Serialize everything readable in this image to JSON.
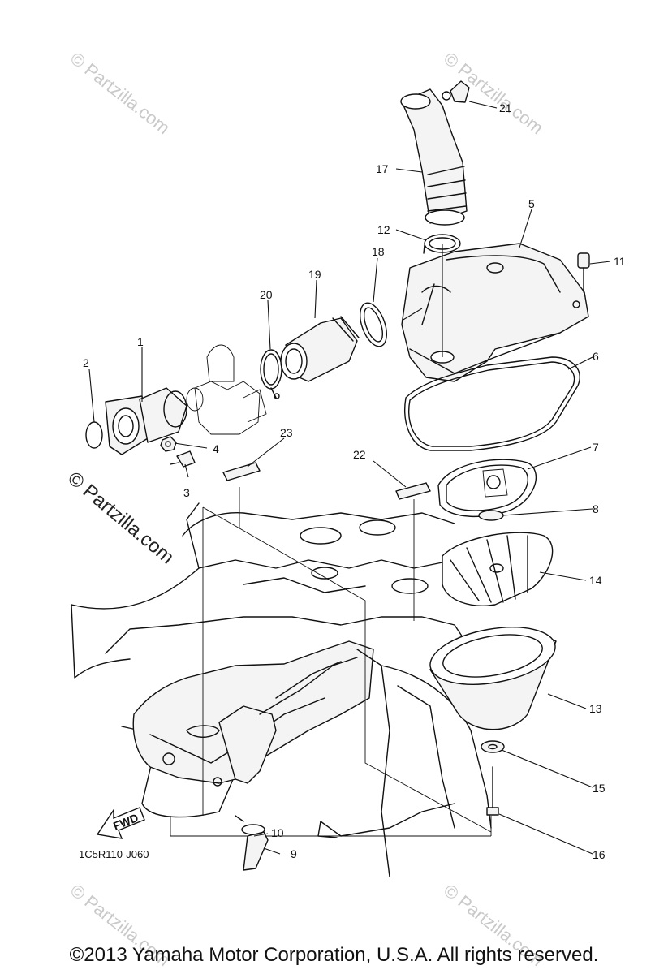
{
  "callouts": [
    "1",
    "2",
    "3",
    "4",
    "5",
    "6",
    "7",
    "8",
    "9",
    "10",
    "11",
    "12",
    "13",
    "14",
    "15",
    "16",
    "17",
    "18",
    "19",
    "20",
    "21",
    "22",
    "23"
  ],
  "diagram_code": "1C5R110-J060",
  "fwd_label": "FWD",
  "watermark": "© Partzilla.com",
  "copyright": "©2013  Yamaha Motor Corporation, U.S.A. All rights reserved."
}
